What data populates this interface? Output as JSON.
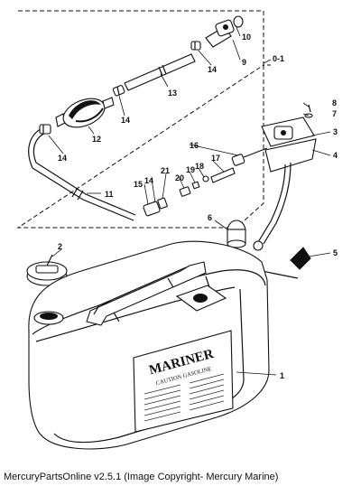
{
  "diagram": {
    "callouts": [
      {
        "id": "c1",
        "text": "1"
      },
      {
        "id": "c2",
        "text": "2"
      },
      {
        "id": "c3",
        "text": "3"
      },
      {
        "id": "c4",
        "text": "4"
      },
      {
        "id": "c5",
        "text": "5"
      },
      {
        "id": "c6",
        "text": "6"
      },
      {
        "id": "c7",
        "text": "7"
      },
      {
        "id": "c8",
        "text": "8"
      },
      {
        "id": "c9",
        "text": "9"
      },
      {
        "id": "c10",
        "text": "10"
      },
      {
        "id": "c11",
        "text": "11"
      },
      {
        "id": "c12",
        "text": "12"
      },
      {
        "id": "c13",
        "text": "13"
      },
      {
        "id": "c14a",
        "text": "14"
      },
      {
        "id": "c14b",
        "text": "14"
      },
      {
        "id": "c14c",
        "text": "14"
      },
      {
        "id": "c14d",
        "text": "14"
      },
      {
        "id": "c15",
        "text": "15"
      },
      {
        "id": "c16",
        "text": "16"
      },
      {
        "id": "c17",
        "text": "17"
      },
      {
        "id": "c18",
        "text": "18"
      },
      {
        "id": "c19",
        "text": "19"
      },
      {
        "id": "c20",
        "text": "20"
      },
      {
        "id": "c21",
        "text": "21"
      },
      {
        "id": "c01",
        "text": "0-1"
      }
    ],
    "decal": {
      "brand": "MARINER",
      "warning": "CAUTION GASOLINE"
    }
  },
  "footer": {
    "caption": "MercuryPartsOnline v2.5.1 (Image Copyright- Mercury Marine)"
  }
}
